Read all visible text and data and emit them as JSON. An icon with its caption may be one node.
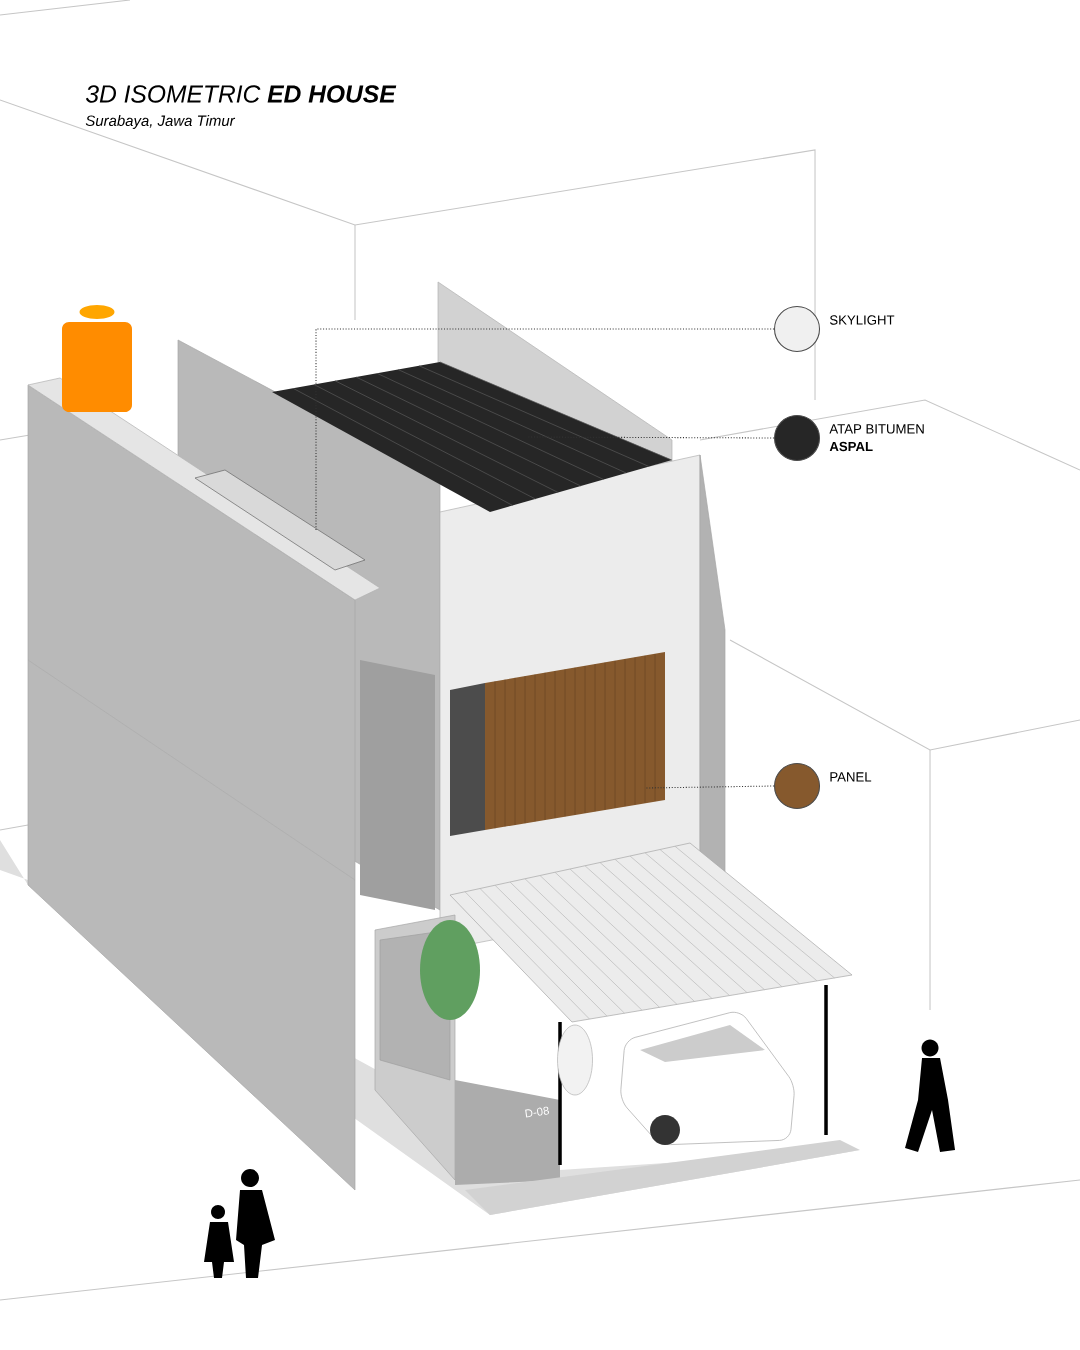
{
  "diagram": {
    "title": "3D ISOMETRIC **ED HOUSE**",
    "nodes": [
      {
        "text": [],
        "shape": "circle",
        "beside": [
          "SKYLIGHT"
        ]
      },
      {
        "text": [],
        "shape": "circle",
        "beside": [
          "ATAP BITUMEN",
          "ASPAL"
        ]
      },
      {
        "text": [],
        "shape": "circle",
        "beside": [
          "PANEL"
        ]
      }
    ],
    "edges": [
      {
        "from": 0,
        "to": null,
        "arrow": "none"
      },
      {
        "from": 1,
        "to": null,
        "arrow": "none"
      },
      {
        "from": 2,
        "to": null,
        "arrow": "none"
      }
    ],
    "labels": [
      "Surabaya, Jawa Timur",
      "D-08"
    ]
  }
}
